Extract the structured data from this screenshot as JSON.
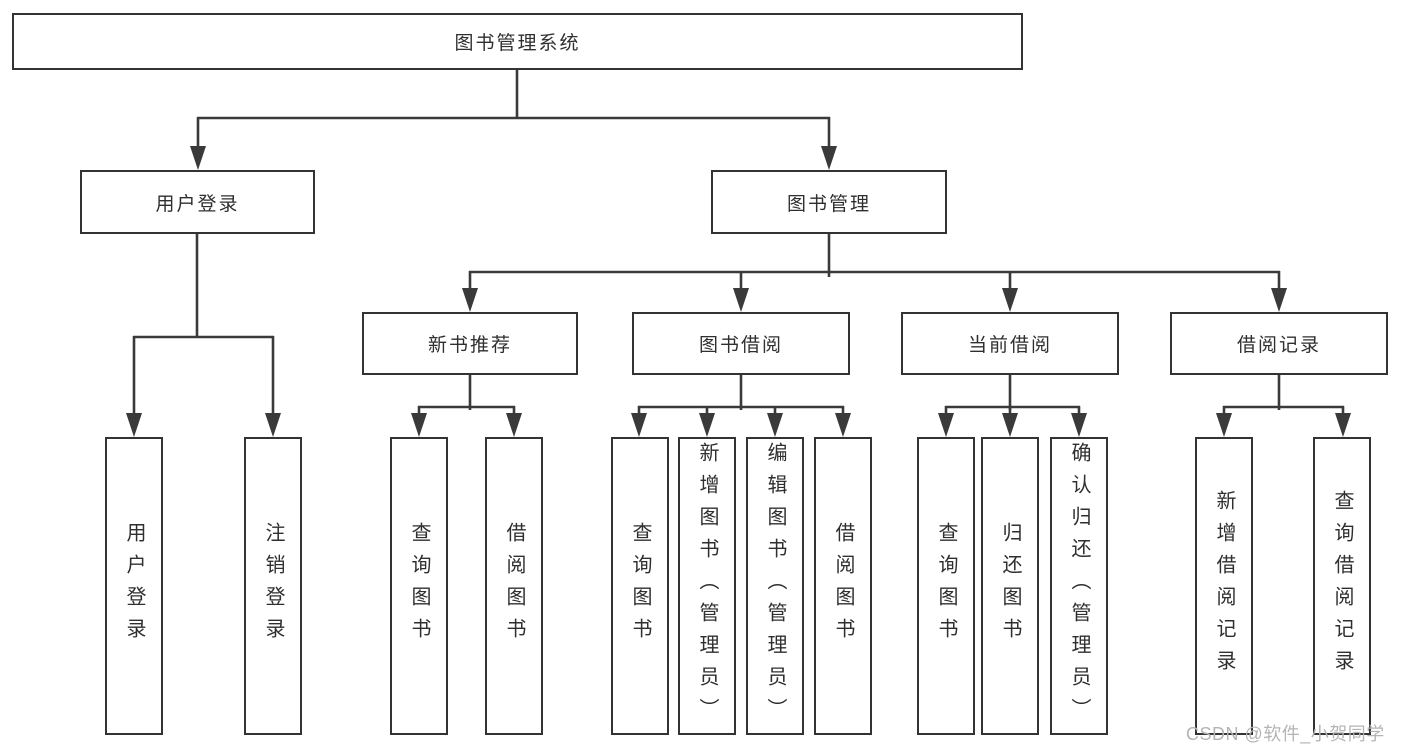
{
  "tree": {
    "label": "图书管理系统",
    "children": [
      {
        "label": "用户登录",
        "children": [
          {
            "label": "用户登录"
          },
          {
            "label": "注销登录"
          }
        ]
      },
      {
        "label": "图书管理",
        "children": [
          {
            "label": "新书推荐",
            "children": [
              {
                "label": "查询图书"
              },
              {
                "label": "借阅图书"
              }
            ]
          },
          {
            "label": "图书借阅",
            "children": [
              {
                "label": "查询图书"
              },
              {
                "label": "新增图书（管理员）"
              },
              {
                "label": "编辑图书（管理员）"
              },
              {
                "label": "借阅图书"
              }
            ]
          },
          {
            "label": "当前借阅",
            "children": [
              {
                "label": "查询图书"
              },
              {
                "label": "归还图书"
              },
              {
                "label": "确认归还（管理员）"
              }
            ]
          },
          {
            "label": "借阅记录",
            "children": [
              {
                "label": "新增借阅记录"
              },
              {
                "label": "查询借阅记录"
              }
            ]
          }
        ]
      }
    ]
  },
  "watermark": {
    "text": "CSDN @软件_小贺同学"
  },
  "colors": {
    "line": "#3a3a3a",
    "box_border": "#333333",
    "box_fill": "#ffffff",
    "text": "#2f2f2f",
    "watermark": "#b4b4b4",
    "background": "#ffffff"
  }
}
